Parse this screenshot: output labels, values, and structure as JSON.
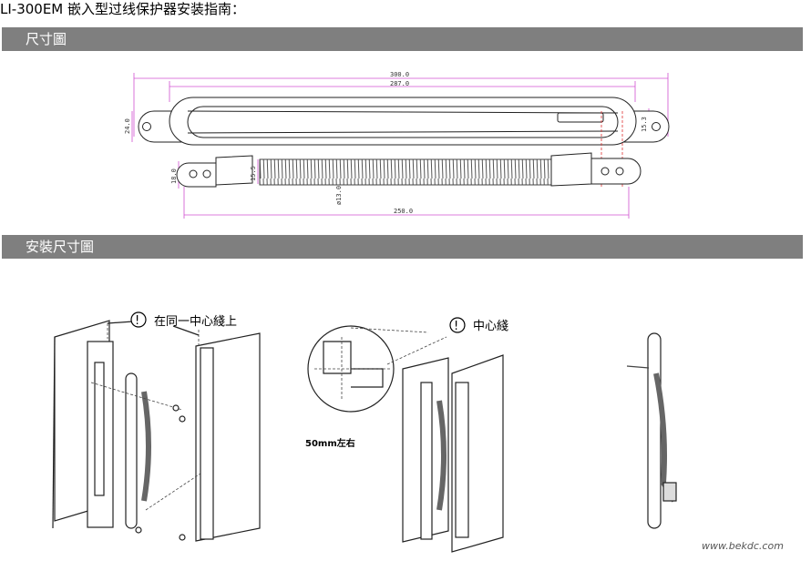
{
  "title": "LI-300EM 嵌入型过线保护器安装指南：",
  "sections": {
    "dimension_drawing": "尺寸圖",
    "install_dimension": "安裝尺寸圖"
  },
  "dimensions": {
    "overall_length": "300.0",
    "inner_length": "287.0",
    "height_left": "24.0",
    "height_right": "15.3",
    "end_height": "18.0",
    "cap_height": "15.5",
    "spring_dia": "ø13.0",
    "spring_length": "250.0"
  },
  "install": {
    "note1": "在同一中心綫上",
    "note2": "中心綫",
    "offset": "50mm左右",
    "marker": "!"
  },
  "watermark": "www.bekdc.com"
}
